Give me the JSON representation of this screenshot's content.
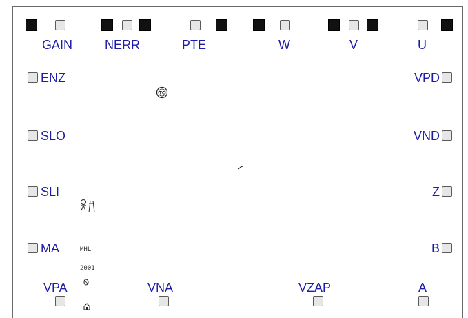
{
  "top_channels": [
    {
      "label": "GAIN"
    },
    {
      "label": "NERR"
    },
    {
      "label": "PTE"
    },
    {
      "label": "W"
    },
    {
      "label": "V"
    },
    {
      "label": "U"
    }
  ],
  "left_channels": [
    {
      "label": "ENZ"
    },
    {
      "label": "SLO"
    },
    {
      "label": "SLI"
    },
    {
      "label": "MA"
    }
  ],
  "right_channels": [
    {
      "label": "VPD"
    },
    {
      "label": "VND"
    },
    {
      "label": "Z"
    },
    {
      "label": "B"
    }
  ],
  "bottom_channels": [
    {
      "label": "VPA"
    },
    {
      "label": "VNA"
    },
    {
      "label": "VZAP"
    },
    {
      "label": "A"
    }
  ],
  "decorations": {
    "tc_logo_text": "TC",
    "mhl_text_line1": "MHL",
    "mhl_text_line2": "2001"
  },
  "colors": {
    "label": "#1c1ca8",
    "pad_filled": "#111111",
    "pad_empty": "#e6e6e6",
    "border": "#6b6b6b"
  }
}
